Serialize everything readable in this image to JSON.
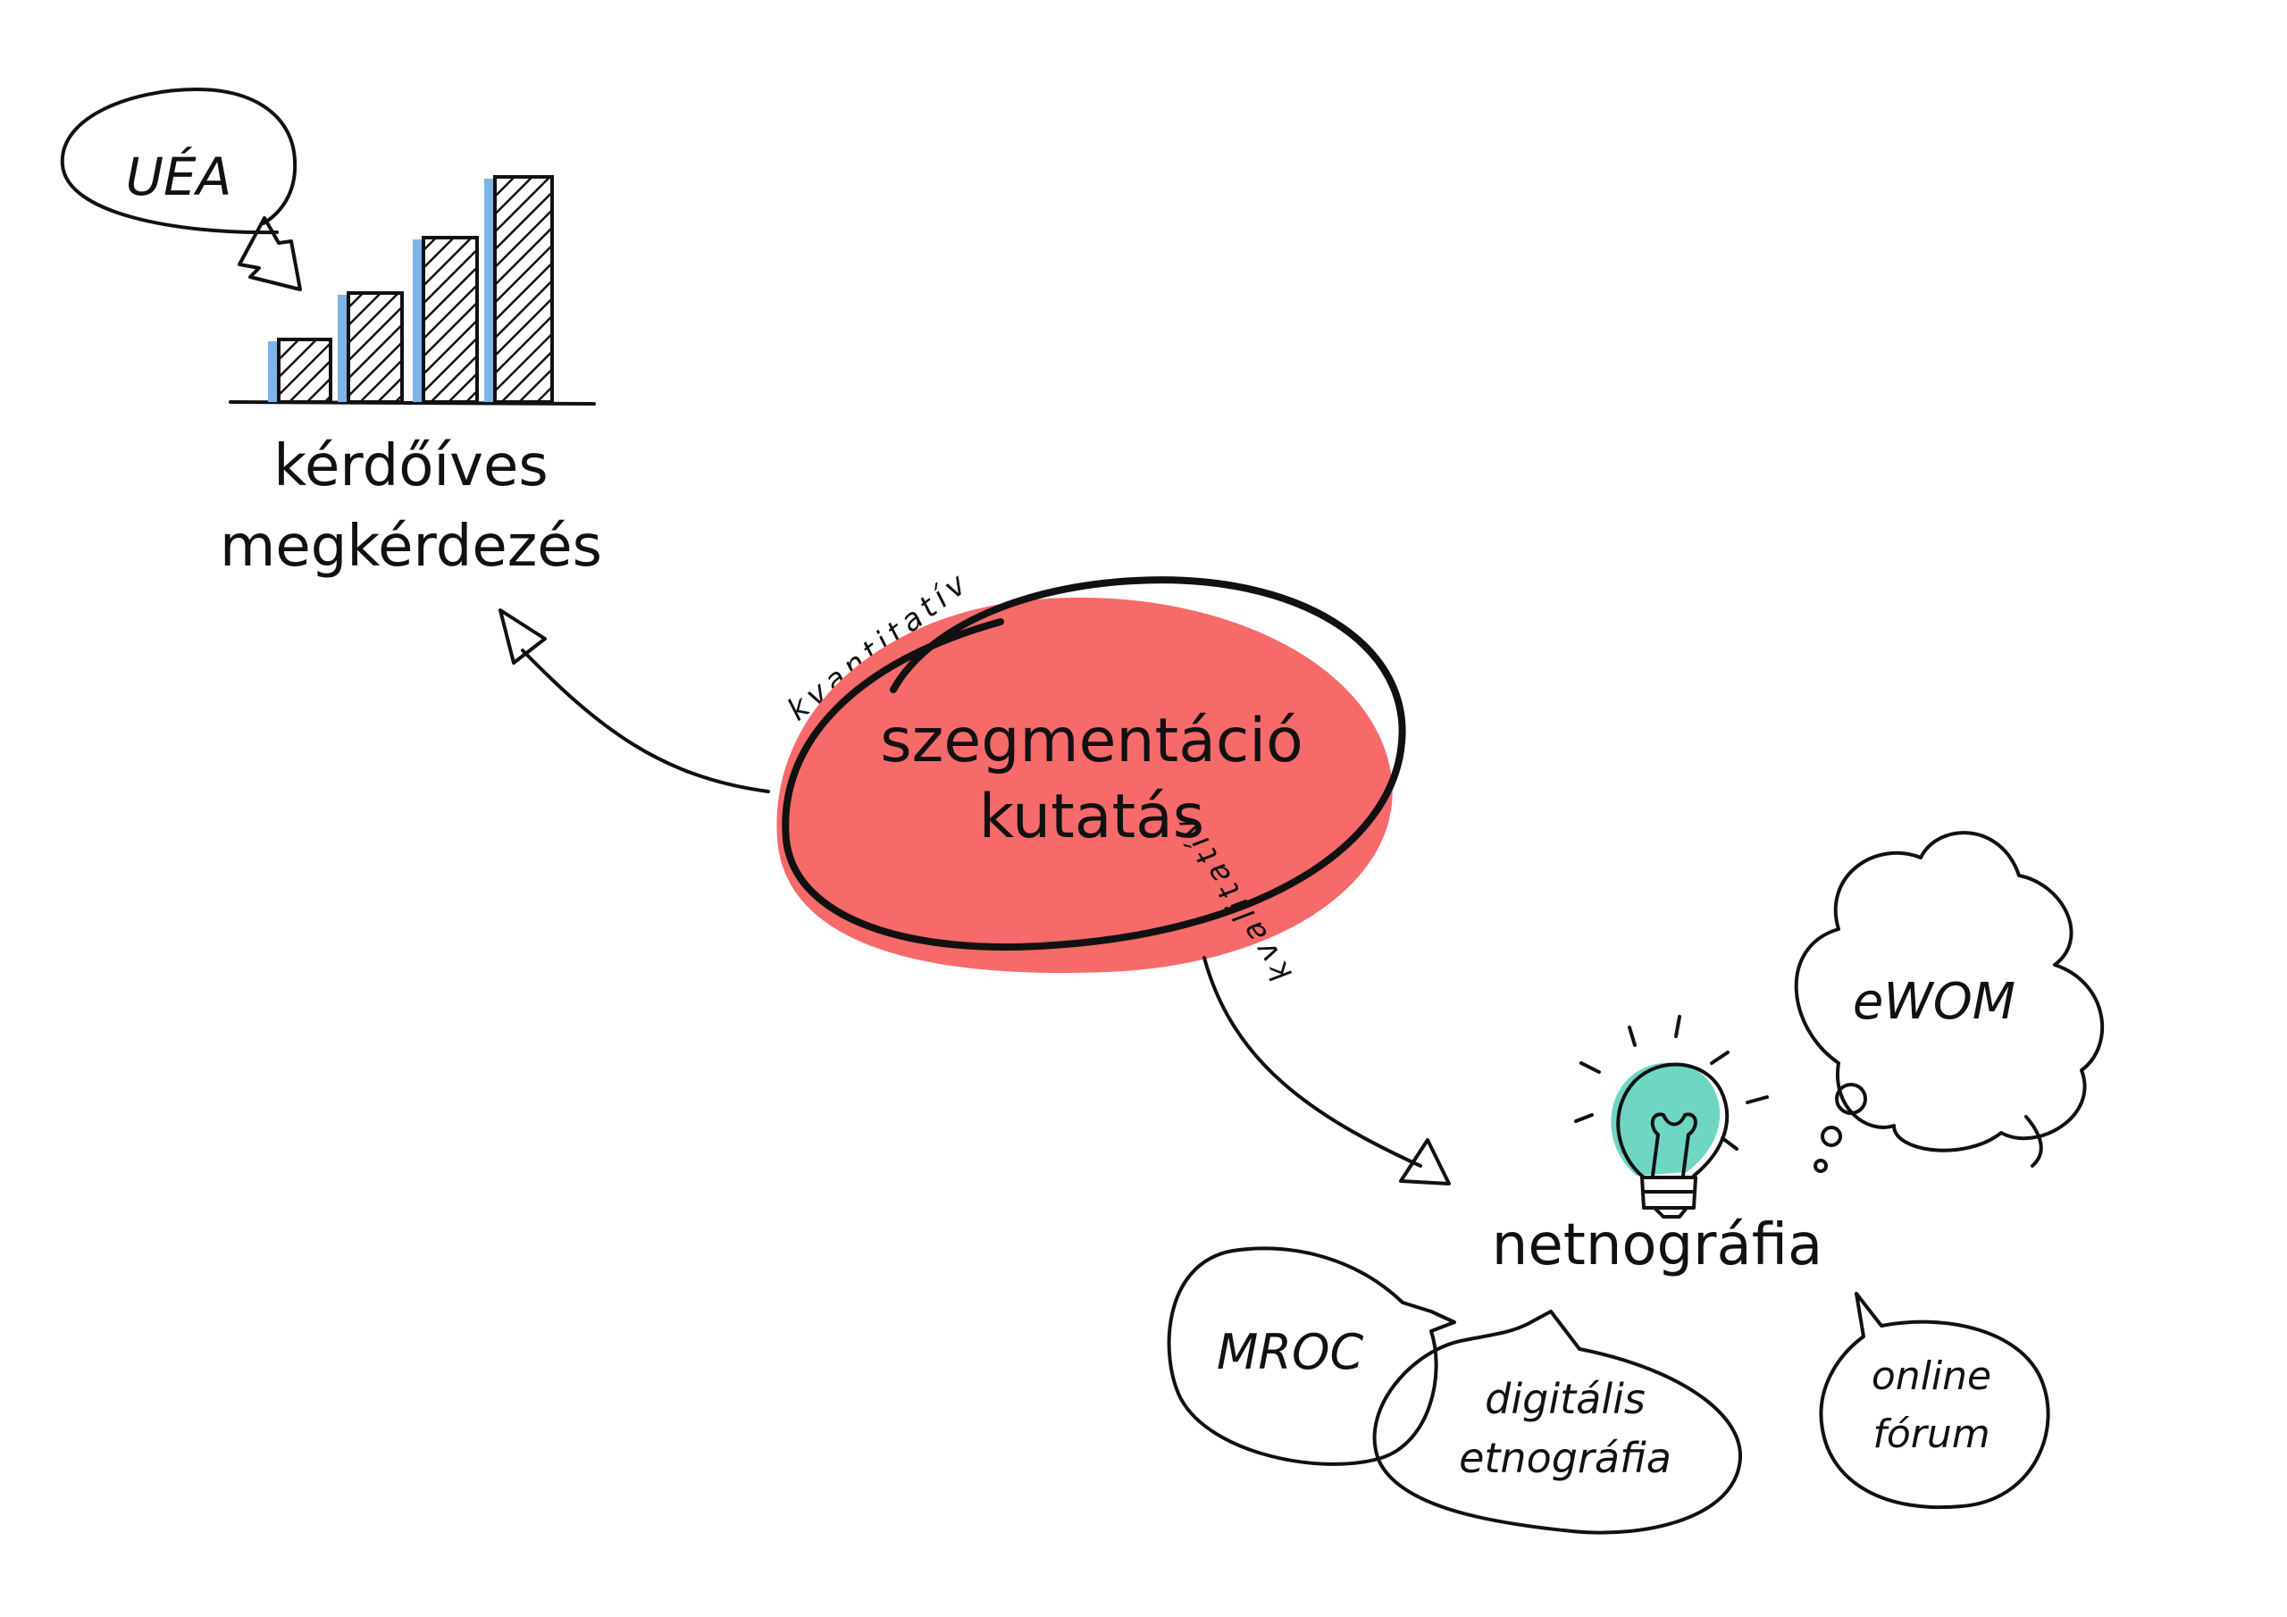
{
  "nodes": {
    "center": {
      "line1": "szegmentáció",
      "line2": "kutatás"
    },
    "survey": {
      "line1": "kérdőíves",
      "line2": "megkérdezés"
    },
    "netnography": {
      "label": "netnográfia"
    }
  },
  "edges": {
    "quantitative": "kvantitatív",
    "qualitative": "kvalitatív"
  },
  "bubbles": {
    "uea": "UÉA",
    "ewom": "eWOM",
    "mroc": "MROC",
    "digital_ethnography": {
      "line1": "digitális",
      "line2": "etnográfia"
    },
    "online_forum": {
      "line1": "online",
      "line2": "fórum"
    }
  },
  "colors": {
    "center_fill": "#f76a6a",
    "bar_fill": "#7db5ea",
    "bulb_fill": "#6fd6c4",
    "ink": "#111111"
  },
  "icons": {
    "bar_chart": "bar-chart-icon",
    "light_bulb": "light-bulb-icon"
  }
}
